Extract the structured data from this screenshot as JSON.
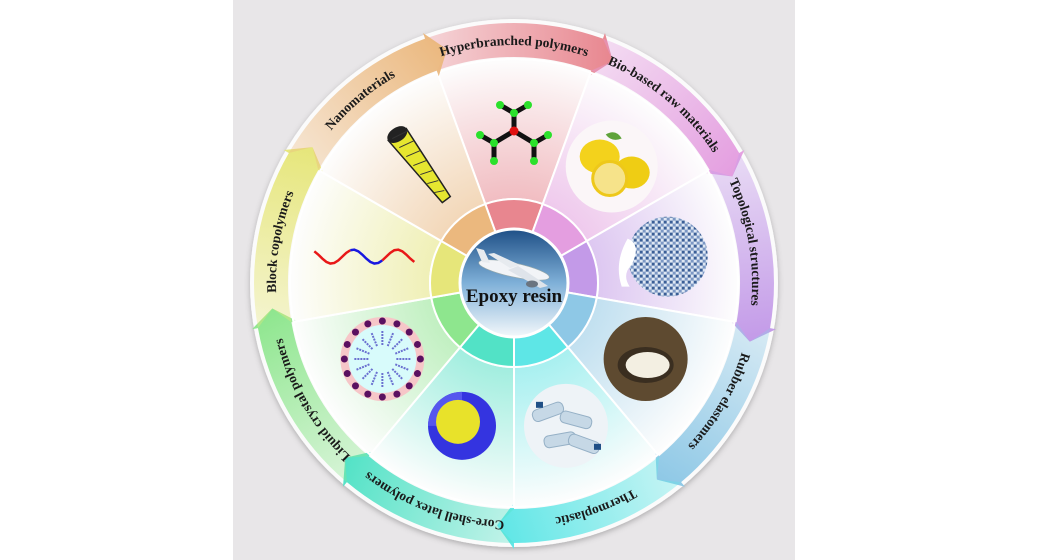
{
  "center": {
    "title": "Epoxy resin",
    "icon": "airplane-icon"
  },
  "segments": [
    {
      "label": "Hyperbranched polymers",
      "color": "#e8868f",
      "icon": "hyperbranched-molecule-icon"
    },
    {
      "label": "Bio-based raw materials",
      "color": "#e49ee0",
      "icon": "lemon-icon"
    },
    {
      "label": "Topological structures",
      "color": "#c39ae8",
      "icon": "woven-fabric-icon"
    },
    {
      "label": "Rubber elastomers",
      "color": "#8ec8e6",
      "icon": "latex-cup-icon"
    },
    {
      "label": "Thermoplastic",
      "color": "#5ee6e6",
      "icon": "plastic-bottles-icon"
    },
    {
      "label": "Core-shell latex polymers",
      "color": "#52e2c6",
      "icon": "core-shell-sphere-icon"
    },
    {
      "label": "Liquid crystal polymers",
      "color": "#8ee68e",
      "icon": "micelle-icon"
    },
    {
      "label": "Block copolymers",
      "color": "#e6e67a",
      "icon": "block-copolymer-chain-icon"
    },
    {
      "label": "Nanomaterials",
      "color": "#ebb87e",
      "icon": "nanotube-icon"
    }
  ]
}
